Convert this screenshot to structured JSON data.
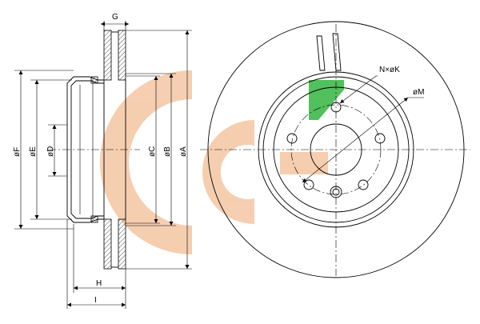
{
  "colors": {
    "logo_orange": "#f5c9a8",
    "logo_green": "#3fb94a",
    "line": "#000000"
  },
  "labels": {
    "G": "G",
    "F": "øF",
    "E": "øE",
    "D": "øD",
    "C": "øC",
    "B": "øB",
    "A": "øA",
    "H": "H",
    "I": "I",
    "NK": "N×øK",
    "M": "øM"
  },
  "logo": {
    "name": "GG brand watermark"
  }
}
